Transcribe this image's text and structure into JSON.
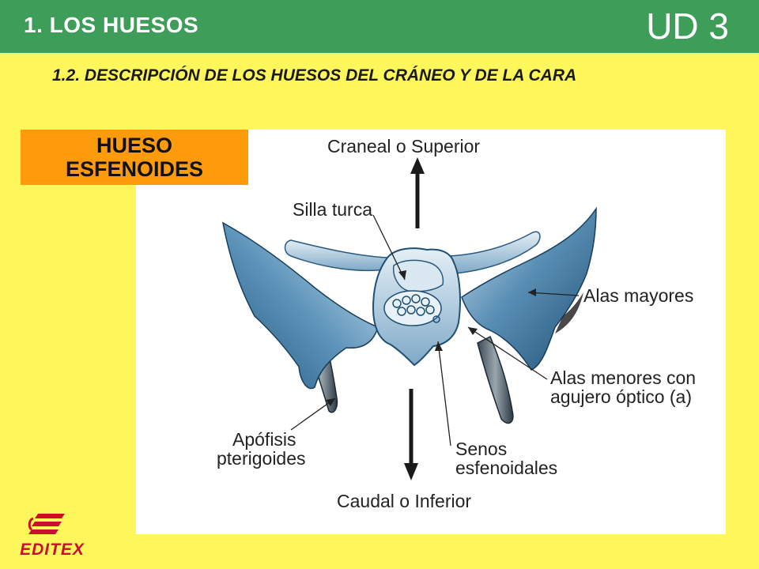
{
  "header": {
    "section_title": "1. LOS HUESOS",
    "unit_label": "UD 3"
  },
  "subtitle": "1.2. DESCRIPCIÓN DE LOS HUESOS DEL CRÁNEO Y DE LA CARA",
  "bone_label": {
    "line1": "HUESO",
    "line2": "ESFENOIDES"
  },
  "diagram": {
    "labels": {
      "superior": "Craneal o Superior",
      "silla_turca": "Silla turca",
      "alas_mayores": "Alas mayores",
      "alas_menores_line1": "Alas menores con",
      "alas_menores_line2": "agujero óptico (a)",
      "apofisis_line1": "Apófisis",
      "apofisis_line2": "pterigoides",
      "senos_line1": "Senos",
      "senos_line2": "esfenoidales",
      "inferior": "Caudal o Inferior"
    }
  },
  "logo": {
    "text": "EDITEX",
    "icon": "book-stack-icon"
  },
  "colors": {
    "background": "#fdf75b",
    "header": "#3f9d5a",
    "label_box": "#fd9b0d",
    "logo": "#c8102e",
    "bone": "#5a8fb5"
  }
}
